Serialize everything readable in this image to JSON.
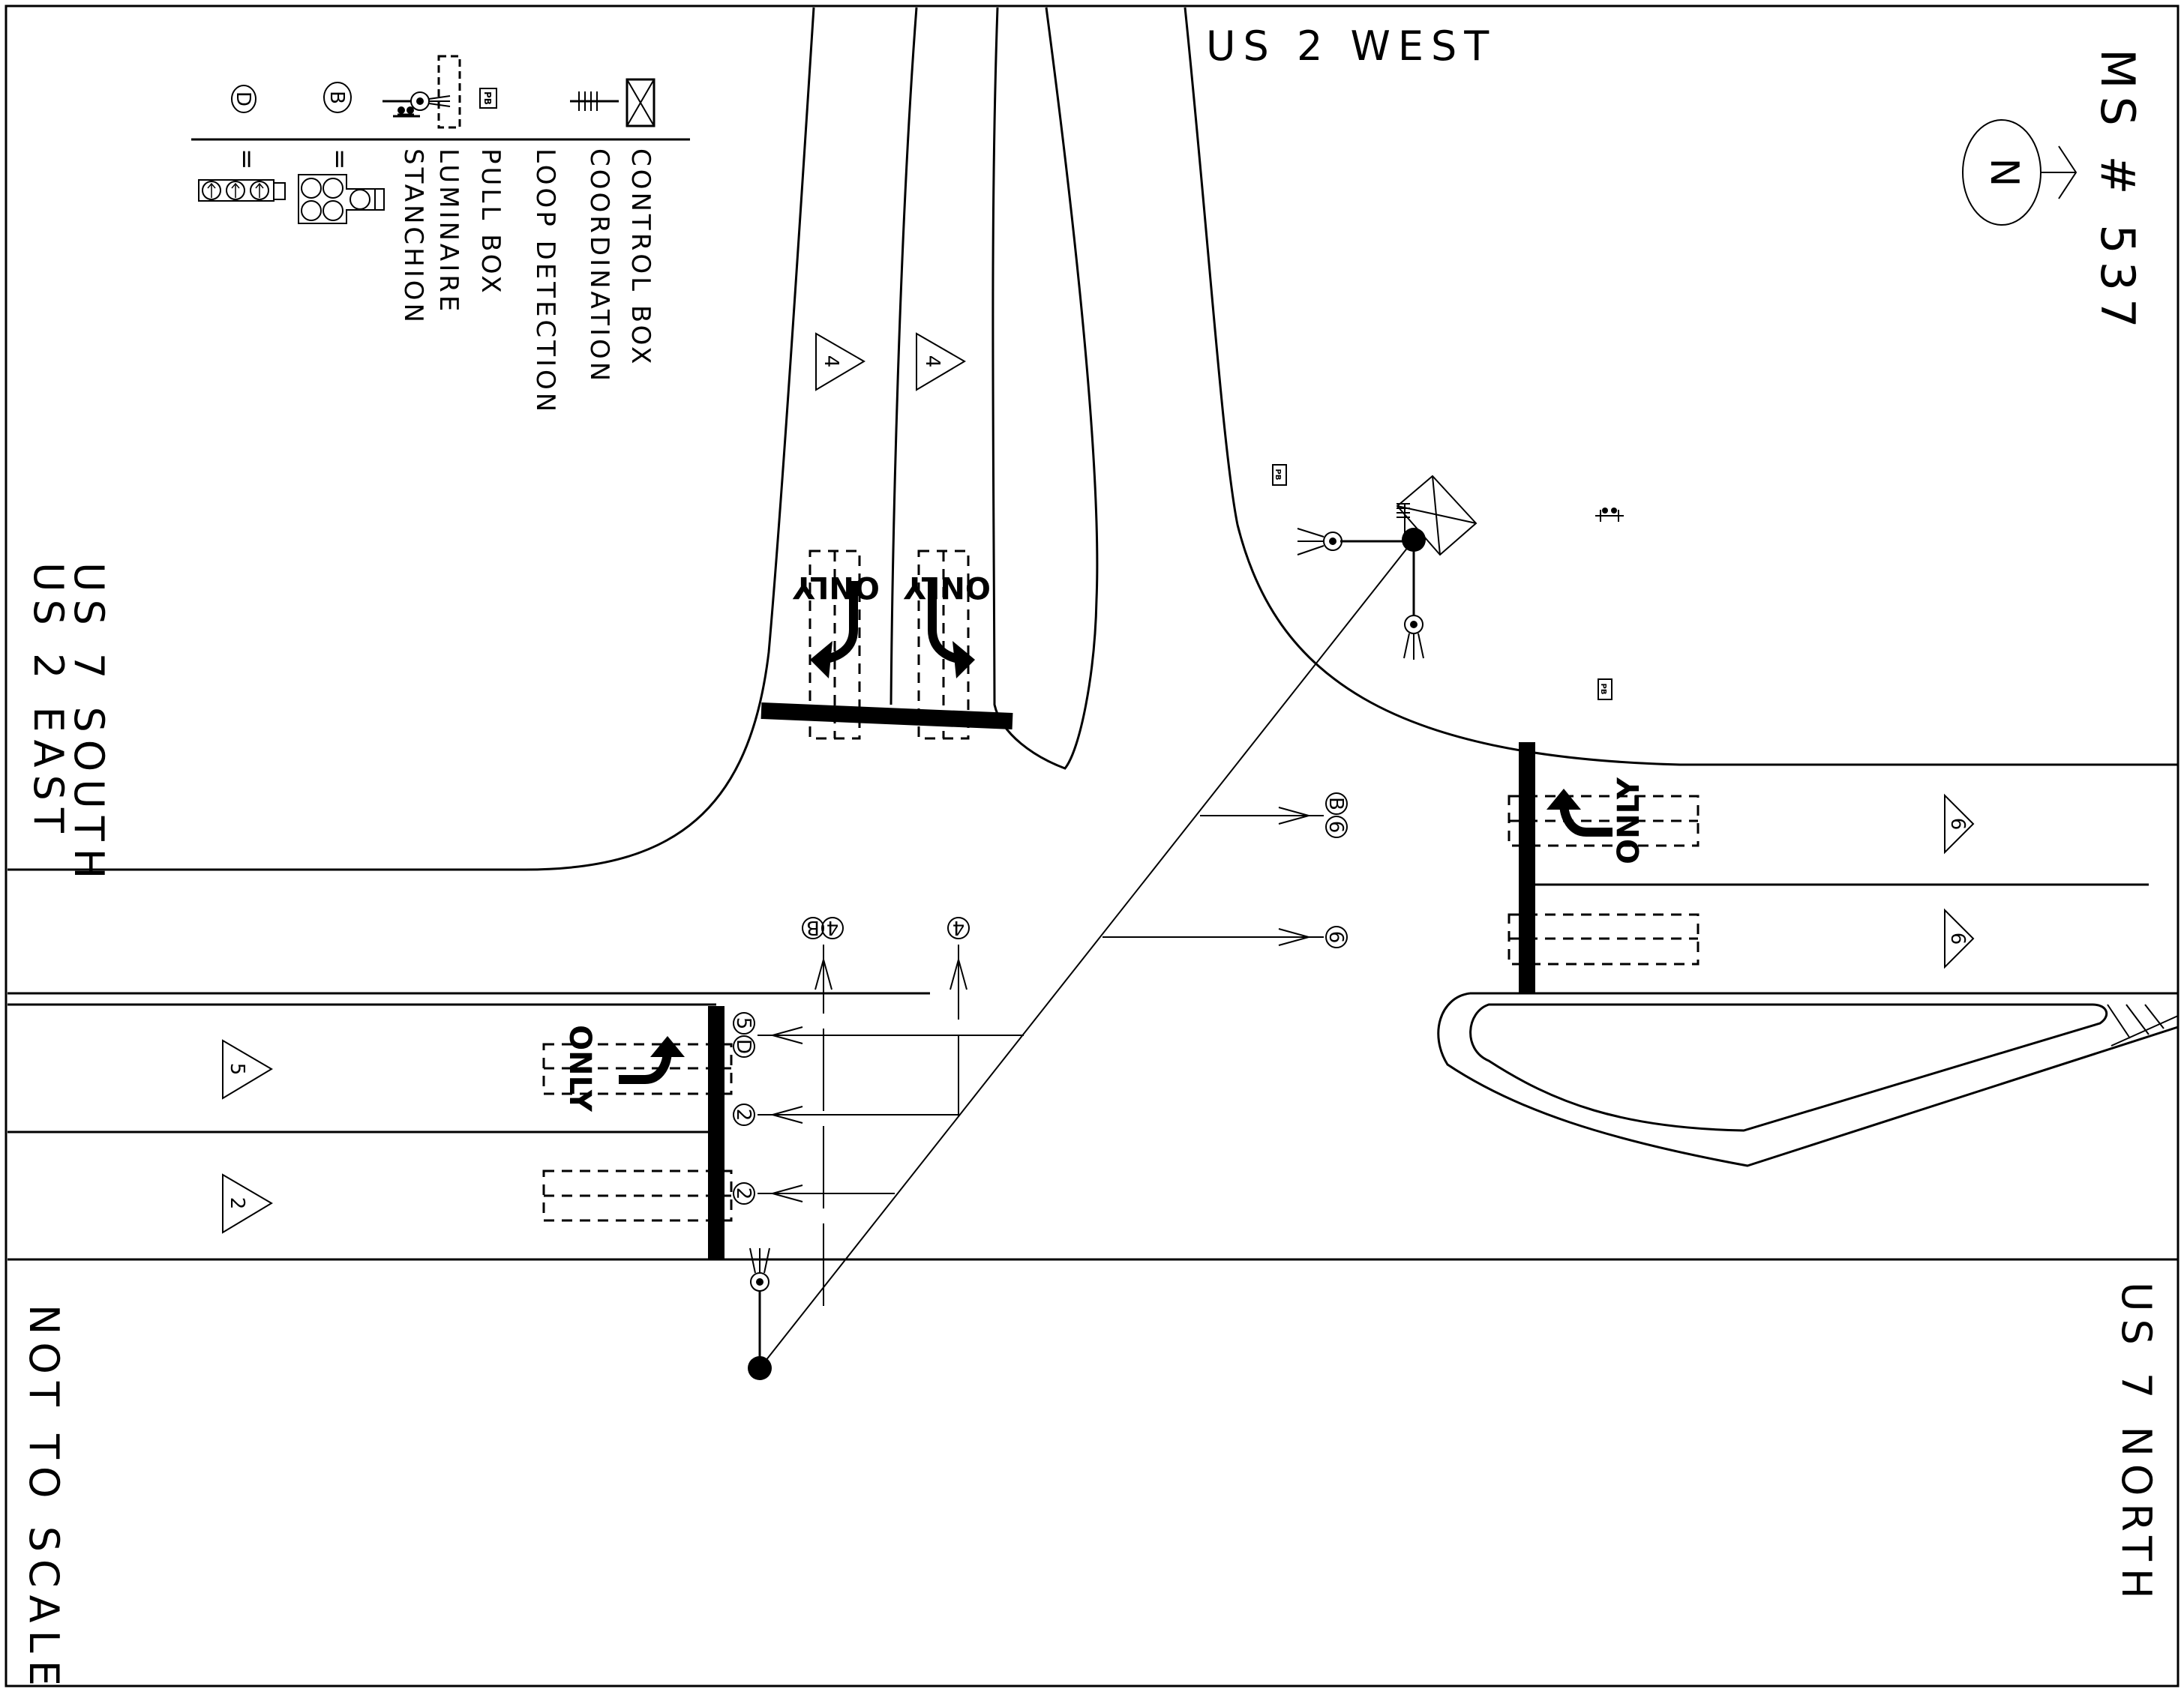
{
  "title": "MS # 537",
  "north_arrow": {
    "label": "N"
  },
  "scale_note": "NOT TO SCALE",
  "roads": {
    "north": "US 2 WEST",
    "west_line1": "US 7 SOUTH",
    "west_line2": "US 2 EAST",
    "east": "US 7 NORTH"
  },
  "legend": {
    "items": [
      {
        "symbol": "control-box",
        "label": "CONTROL BOX"
      },
      {
        "symbol": "coordination",
        "label": "COORDINATION"
      },
      {
        "symbol": "loop-detection",
        "label": "LOOP DETECTION"
      },
      {
        "symbol": "pull-box",
        "label": "PULL BOX",
        "glyph": "PB"
      },
      {
        "symbol": "luminaire",
        "label": "LUMINAIRE"
      },
      {
        "symbol": "stanchion",
        "label": "STANCHION"
      },
      {
        "symbol": "signal-head-b",
        "label": "=",
        "glyph": "B"
      },
      {
        "symbol": "signal-head-d",
        "label": "=",
        "glyph": "D"
      }
    ]
  },
  "markings": {
    "only": "ONLY",
    "pull_box": "PB"
  },
  "phases": {
    "south_approach": [
      "4",
      "4"
    ],
    "west_approach": [
      "5",
      "2"
    ],
    "east_approach": [
      "6",
      "6"
    ]
  },
  "signal_heads": {
    "north_facing": [
      {
        "labels": [
          "4",
          "B"
        ]
      },
      {
        "labels": [
          "4"
        ]
      }
    ],
    "west_facing": [
      {
        "labels": [
          "5",
          "D"
        ]
      },
      {
        "labels": [
          "2"
        ]
      },
      {
        "labels": [
          "2"
        ]
      }
    ],
    "east_facing": [
      {
        "labels": [
          "6",
          "B"
        ]
      },
      {
        "labels": [
          "6"
        ]
      }
    ]
  }
}
